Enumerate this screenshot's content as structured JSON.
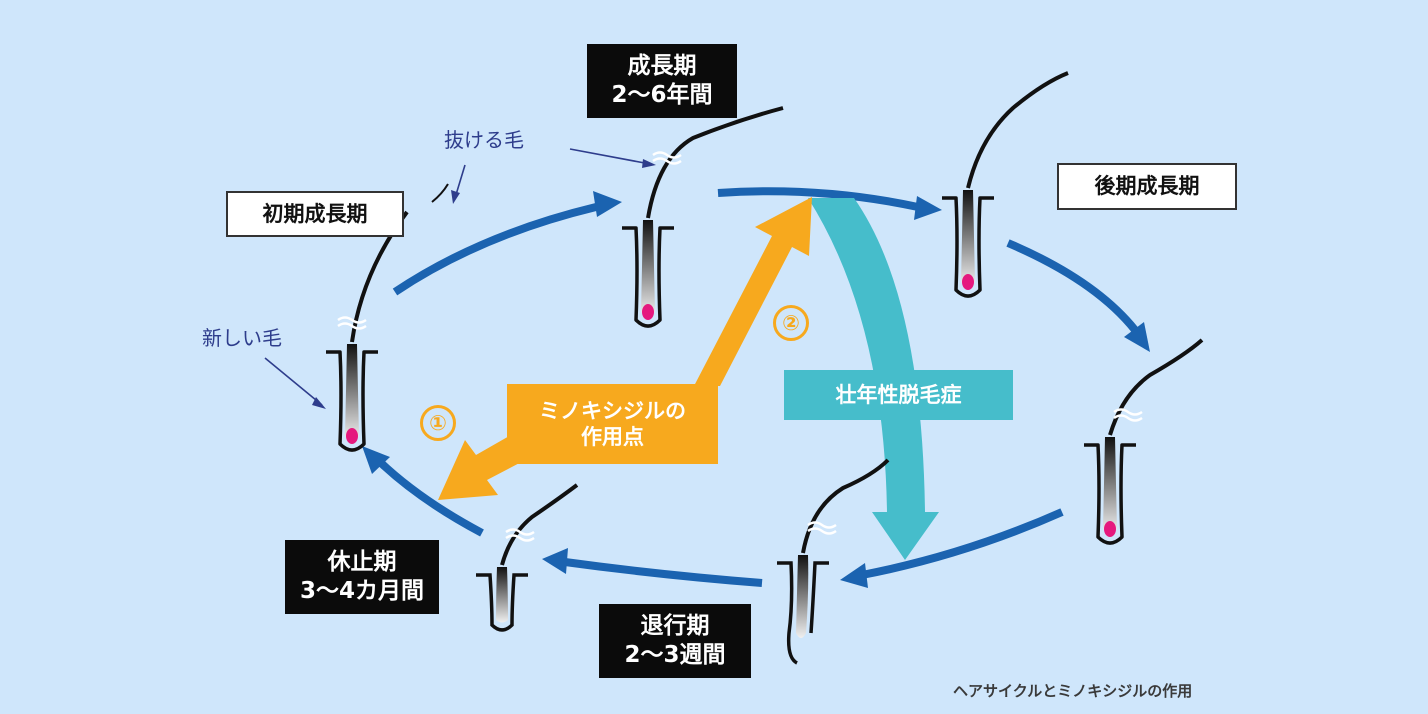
{
  "stages": {
    "growth": {
      "line1": "成長期",
      "line2": "2〜6年間"
    },
    "early_growth": {
      "label": "初期成長期"
    },
    "late_growth": {
      "label": "後期成長期"
    },
    "catagen": {
      "line1": "退行期",
      "line2": "2〜3週間"
    },
    "telogen": {
      "line1": "休止期",
      "line2": "3〜4カ月間"
    }
  },
  "notes": {
    "shedding_hair": "抜ける毛",
    "new_hair": "新しい毛"
  },
  "minoxidil": {
    "line1": "ミノキシジルの",
    "line2": "作用点"
  },
  "aga": {
    "label": "壮年性脱毛症"
  },
  "markers": {
    "one": "①",
    "two": "②"
  },
  "caption": "ヘアサイクルとミノキシジルの作用",
  "colors": {
    "background": "#cfe6fb",
    "cycle_arrow": "#1b63b0",
    "minoxidil_arrow": "#f7a91e",
    "aga_arrow": "#46bdcb",
    "hair_bulb": "#e5197e"
  }
}
